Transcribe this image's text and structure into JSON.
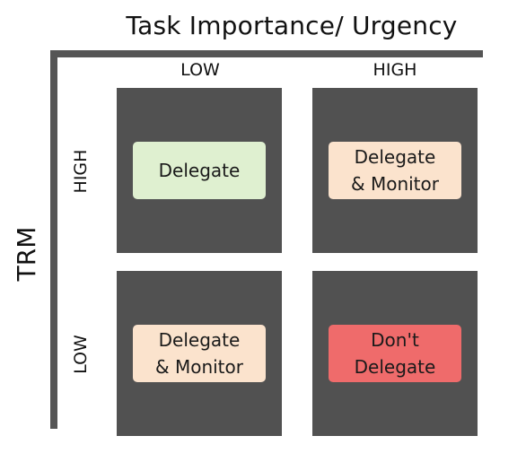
{
  "title": "Task Importance/ Urgency",
  "y_axis_label": "TRM",
  "columns": [
    {
      "label": "LOW"
    },
    {
      "label": "HIGH"
    }
  ],
  "rows": [
    {
      "label": "HIGH"
    },
    {
      "label": "LOW"
    }
  ],
  "cells": {
    "high_low": {
      "text": "Delegate",
      "color": "#dff0d0"
    },
    "high_high": {
      "line1": "Delegate",
      "line2": "& Monitor",
      "color": "#fbe3cd"
    },
    "low_low": {
      "line1": "Delegate",
      "line2": "& Monitor",
      "color": "#fbe3cd"
    },
    "low_high": {
      "line1": "Don't",
      "line2": "Delegate",
      "color": "#ef6b6b"
    }
  },
  "colors": {
    "quadrant_bg": "#515151",
    "axis_line": "#555555"
  }
}
